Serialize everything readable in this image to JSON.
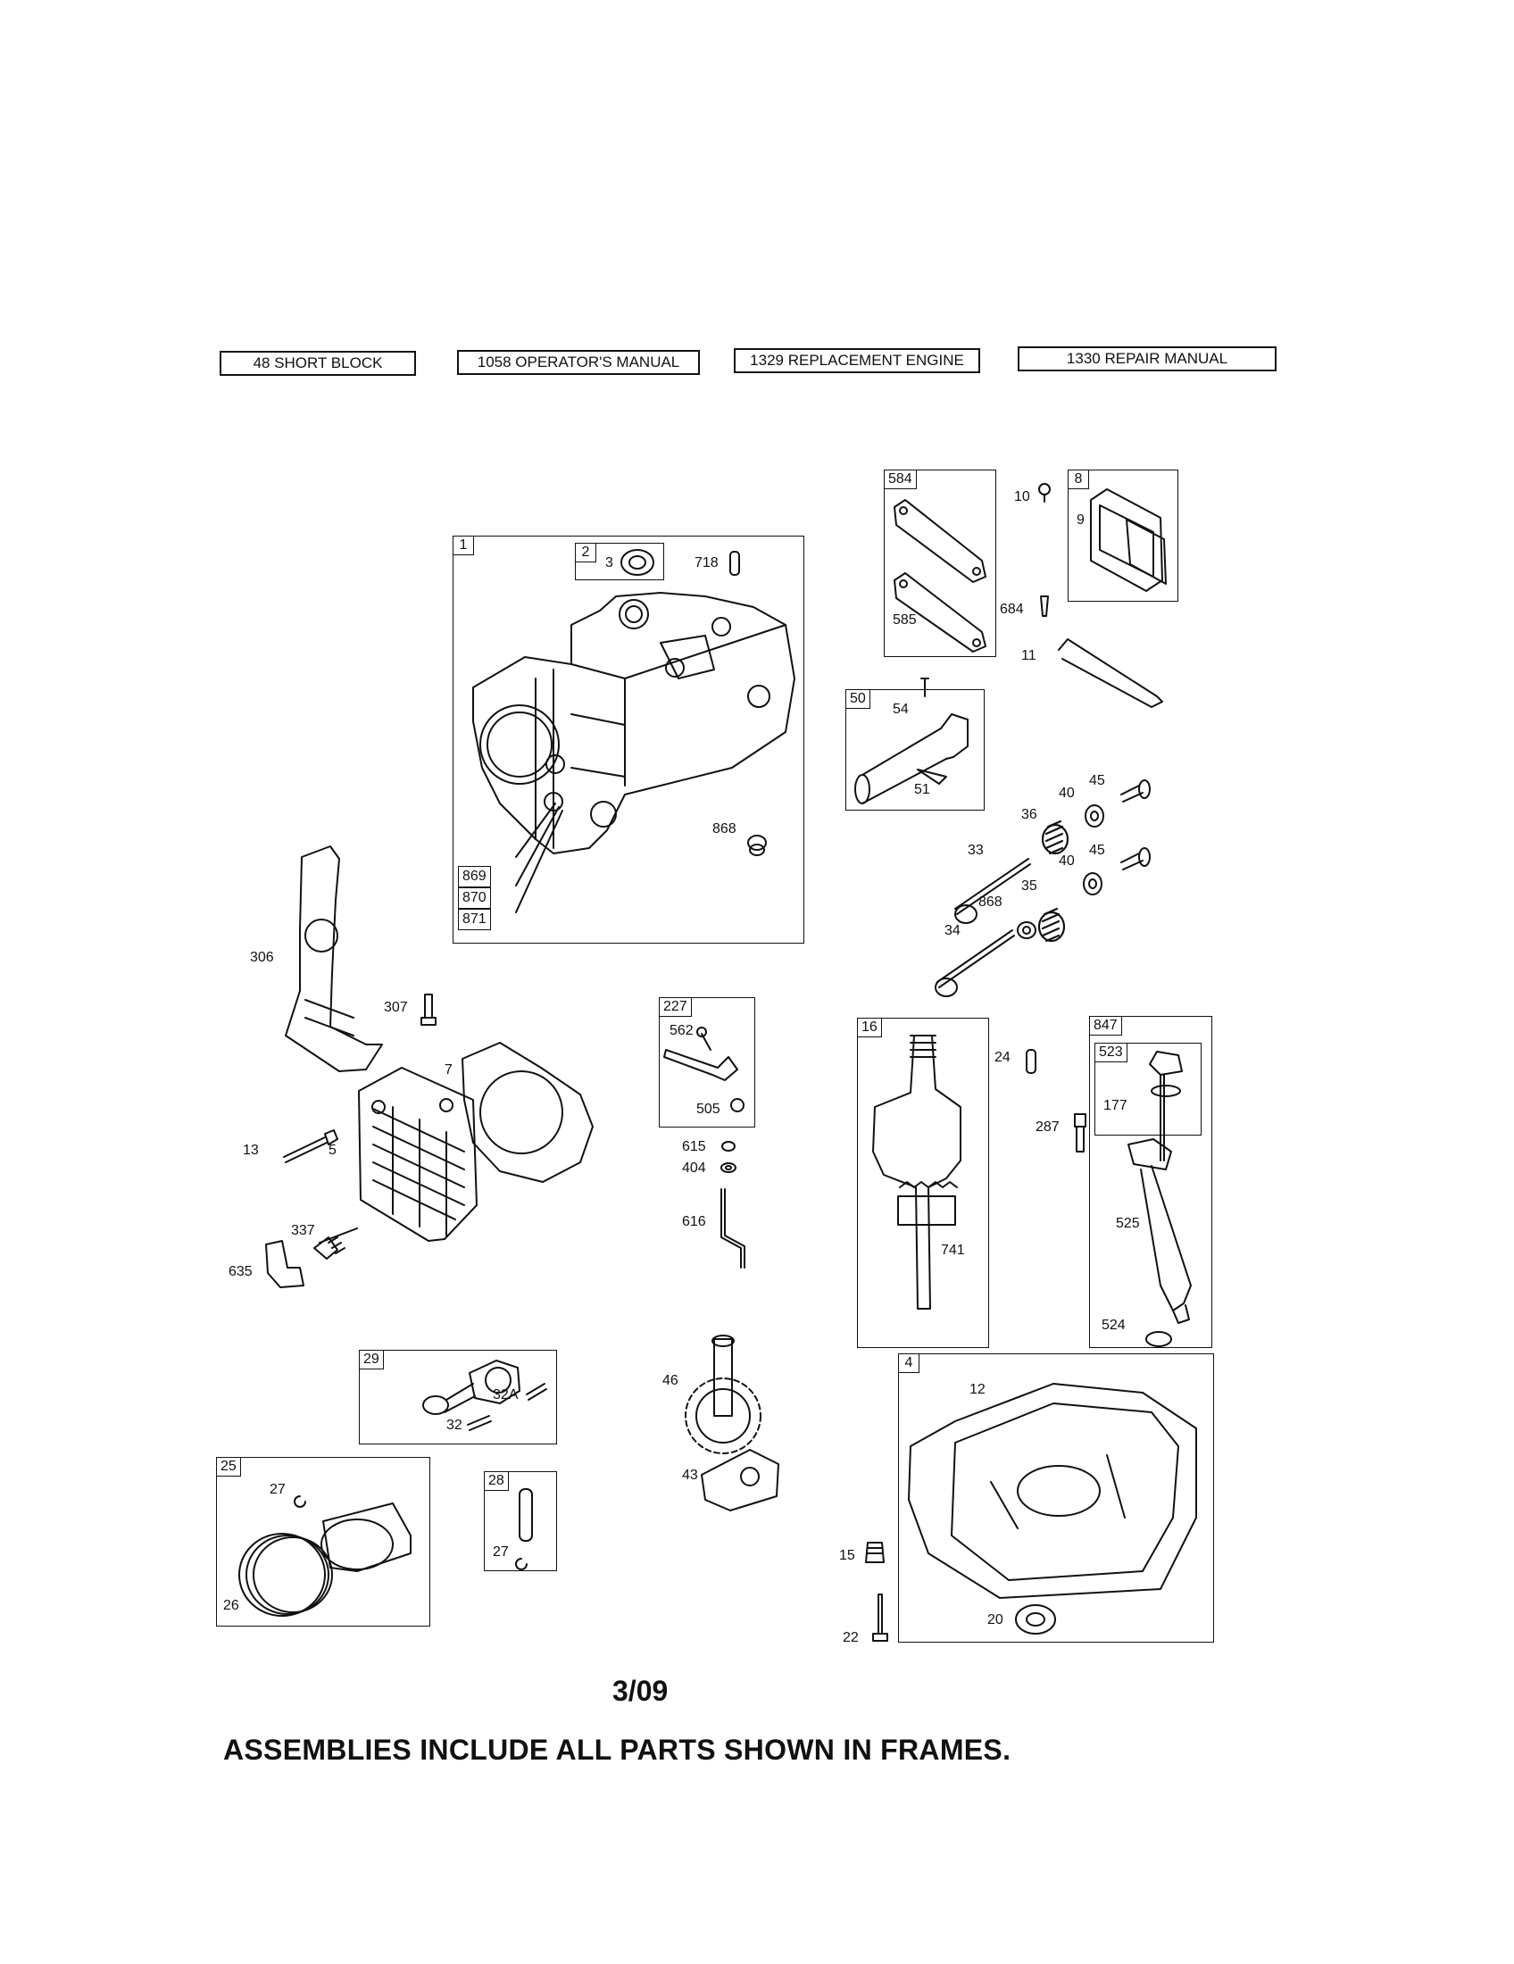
{
  "top_boxes": [
    "48 SHORT BLOCK",
    "1058 OPERATOR'S MANUAL",
    "1329 REPLACEMENT ENGINE",
    "1330 REPAIR MANUAL"
  ],
  "frame_tags": {
    "f1": "1",
    "f2": "2",
    "f584": "584",
    "f8": "8",
    "f50": "50",
    "f227": "227",
    "f16": "16",
    "f847": "847",
    "f523": "523",
    "f29": "29",
    "f25": "25",
    "f28": "28",
    "f4": "4"
  },
  "labels": {
    "p3": "3",
    "p718": "718",
    "p868a": "868",
    "p869": "869",
    "p870": "870",
    "p871": "871",
    "p585": "585",
    "p10": "10",
    "p9": "9",
    "p684": "684",
    "p11": "11",
    "p54": "54",
    "p51": "51",
    "p40a": "40",
    "p45a": "45",
    "p36": "36",
    "p33": "33",
    "p40b": "40",
    "p45b": "45",
    "p35": "35",
    "p868b": "868",
    "p34": "34",
    "p306": "306",
    "p307": "307",
    "p7": "7",
    "p13": "13",
    "p5": "5",
    "p337": "337",
    "p635": "635",
    "p562": "562",
    "p505": "505",
    "p615": "615",
    "p404": "404",
    "p616": "616",
    "p24": "24",
    "p741": "741",
    "p287": "287",
    "p177": "177",
    "p525": "525",
    "p524": "524",
    "p32a": "32A",
    "p32": "32",
    "p46": "46",
    "p43": "43",
    "p27a": "27",
    "p26": "26",
    "p27b": "27",
    "p12": "12",
    "p15": "15",
    "p22": "22",
    "p20": "20"
  },
  "date": "3/09",
  "footer": "ASSEMBLIES INCLUDE ALL PARTS SHOWN IN FRAMES."
}
